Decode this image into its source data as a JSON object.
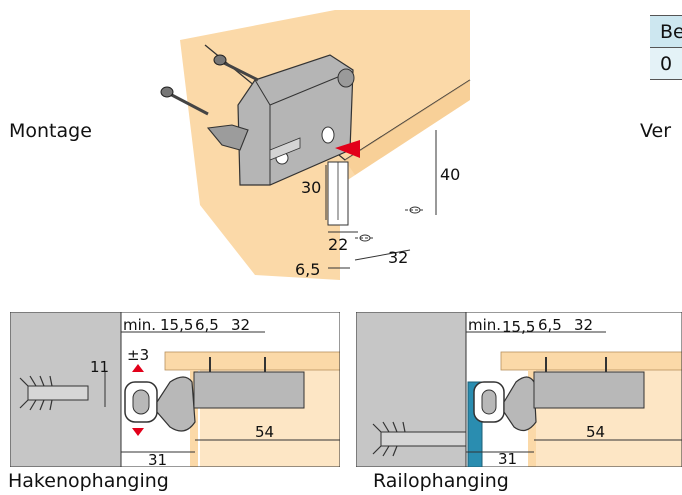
{
  "labels": {
    "montage": "Montage",
    "hakenophanging": "Hakenophanging",
    "railophanging": "Railophanging",
    "right_cut": "Ver"
  },
  "table": {
    "header": "Be",
    "value": "0"
  },
  "top_dims": {
    "d40": "40",
    "d30": "30",
    "d22": "22",
    "d32": "32",
    "d65": "6,5"
  },
  "left_dims": {
    "min": "min.",
    "d155": "15,5",
    "d65": "6,5",
    "d32": "32",
    "pm3": "±3",
    "d11": "11",
    "d54": "54",
    "d31": "31"
  },
  "right_dims": {
    "min": "min.",
    "d155": "15,5",
    "d65": "6,5",
    "d32": "32",
    "d54": "54",
    "d31": "31"
  },
  "colors": {
    "wood": "#fbd9a8",
    "wood_dark": "#e9b97a",
    "wall": "#c6c6c6",
    "metal": "#b8b8b8",
    "rail": "#2a8db0",
    "marker": "#e2001a"
  }
}
